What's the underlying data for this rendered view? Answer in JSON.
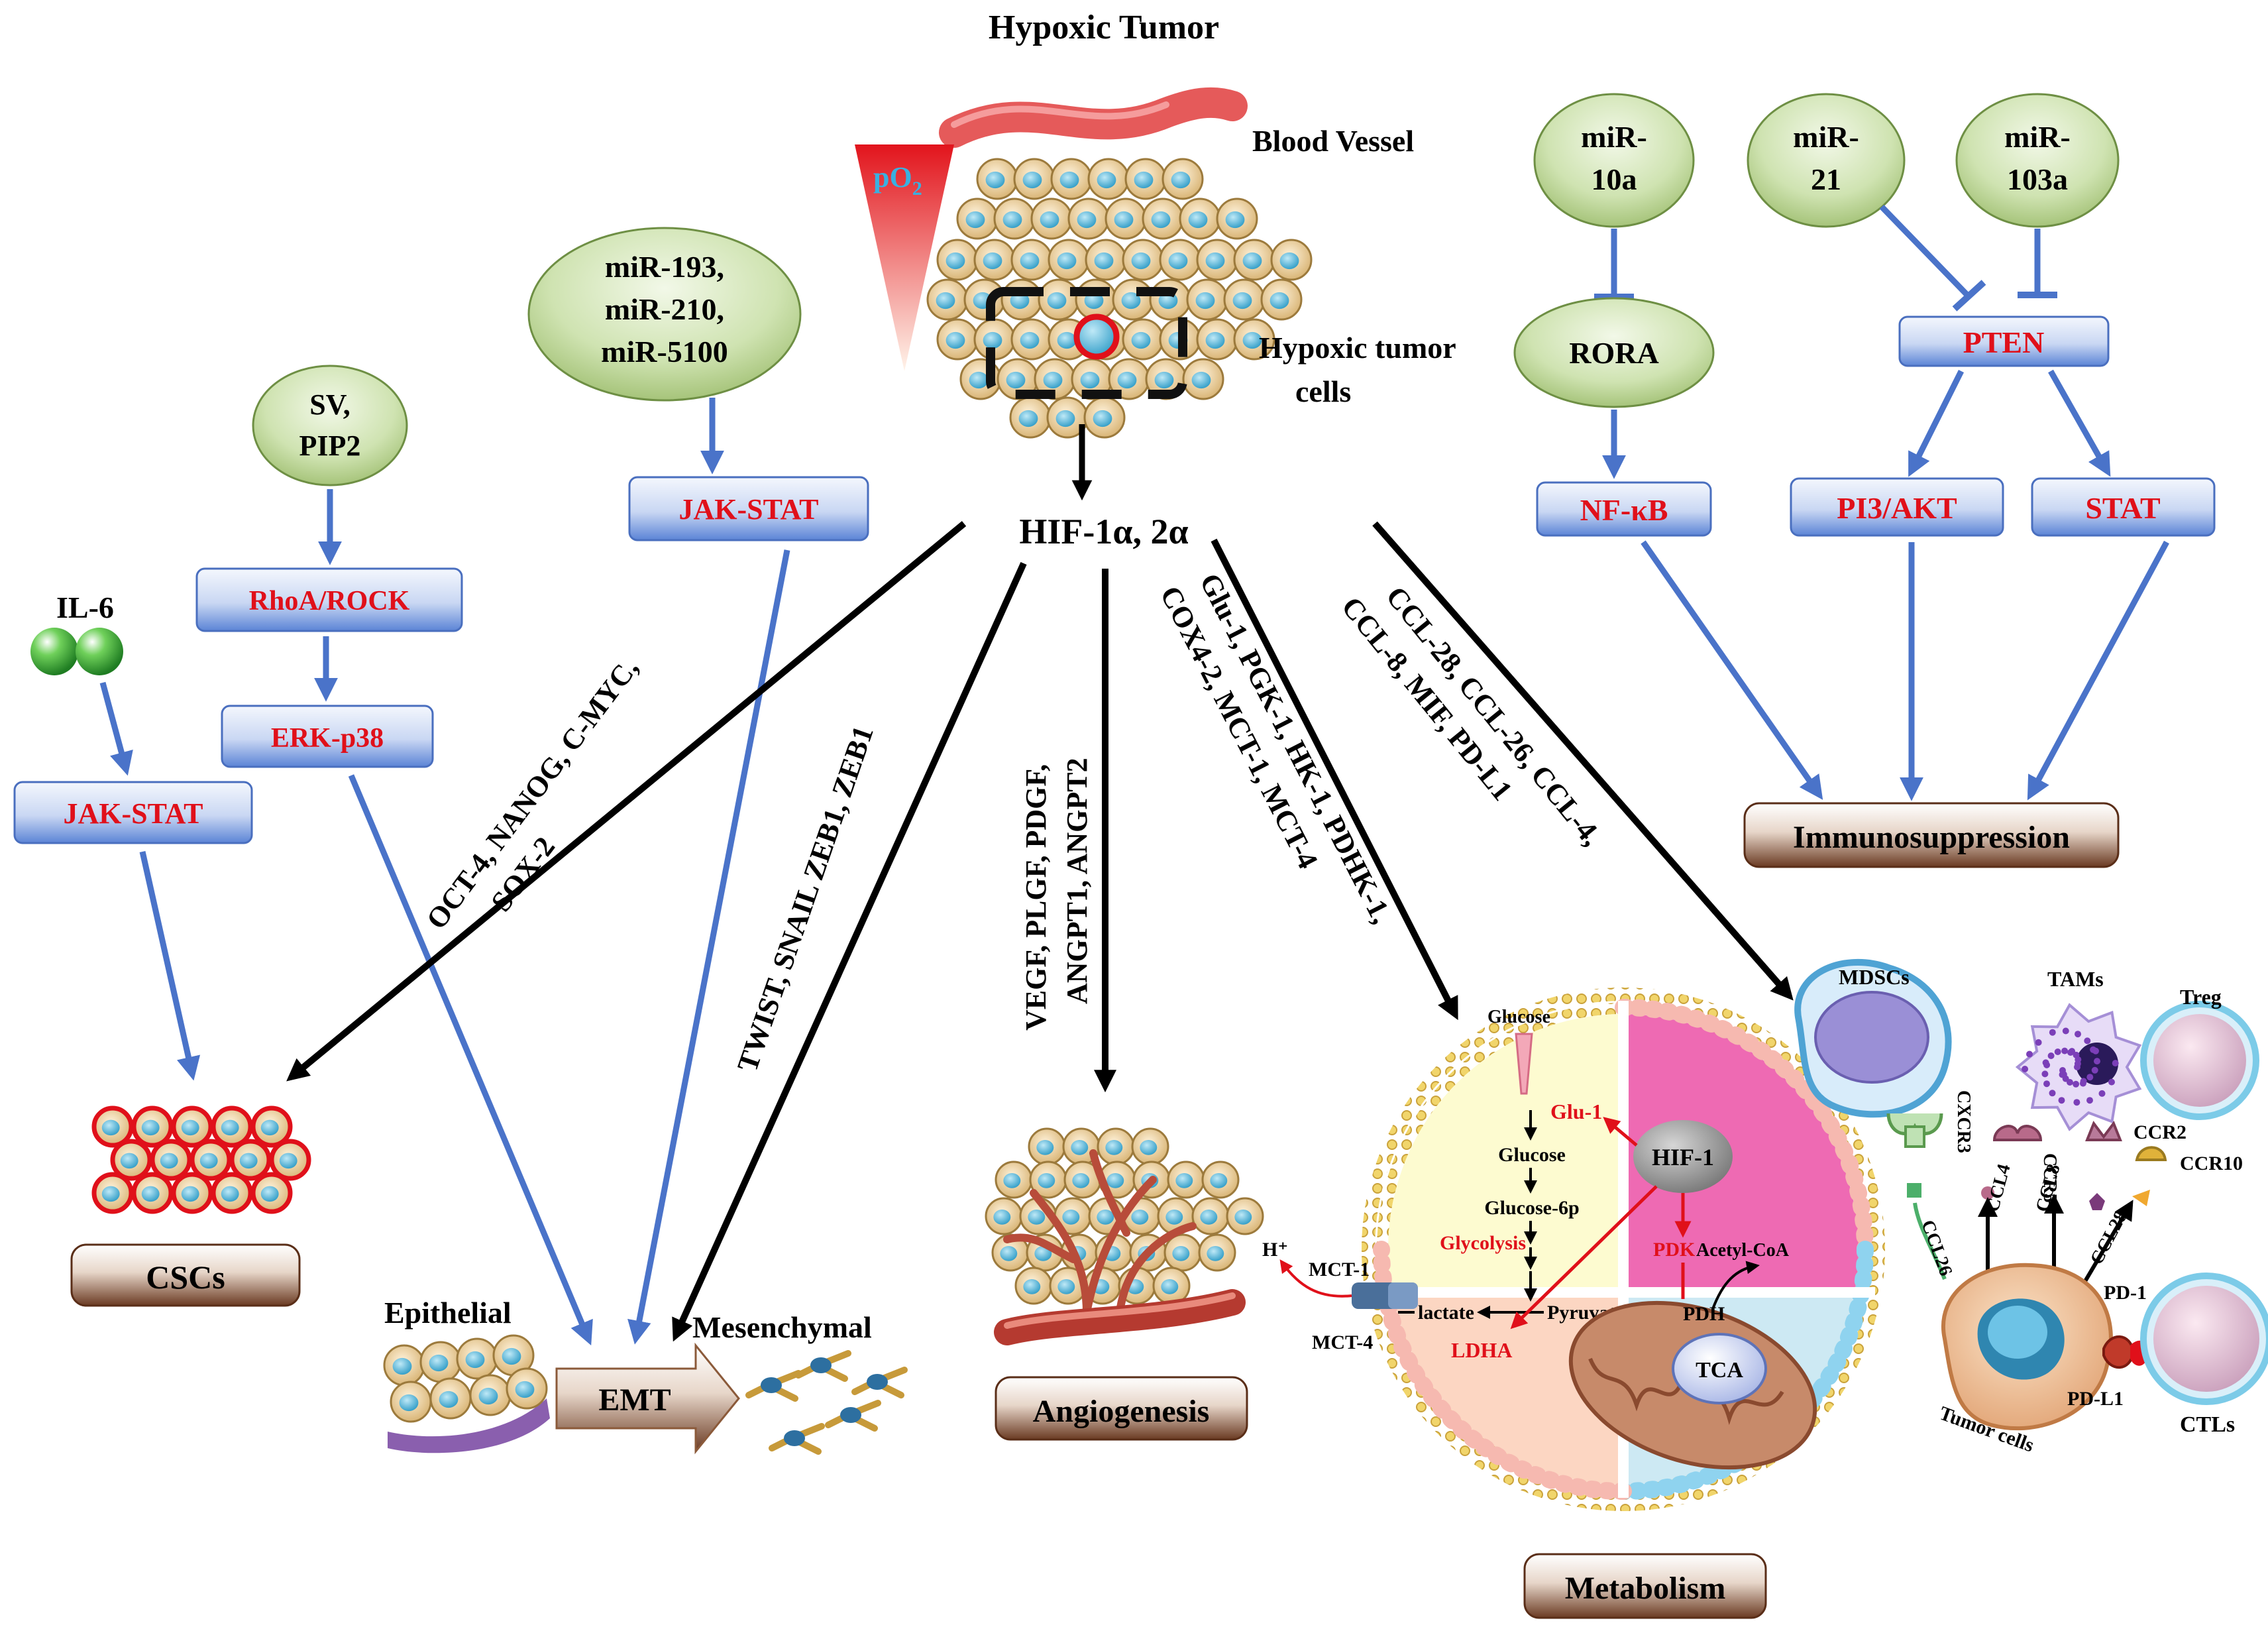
{
  "title": "Hypoxic Tumor",
  "tumor": {
    "blood_vessel_label": "Blood  Vessel",
    "po2_label": "pO",
    "po2_sub": "2",
    "cells_label_line1": "Hypoxic tumor",
    "cells_label_line2": "cells",
    "hif_label": "HIF-1α, 2α"
  },
  "left_branch": {
    "il6": "IL-6",
    "jak_stat_left": "JAK-STAT",
    "sv_line1": "SV,",
    "sv_line2": "PIP2",
    "rhoa": "RhoA/ROCK",
    "erk": "ERK-p38",
    "mir_line1": "miR-193,",
    "mir_line2": "miR-210,",
    "mir_line3": "miR-5100",
    "jak_stat_center": "JAK-STAT",
    "cscs": "CSCs",
    "stem_genes_line1": "OCT-4, NANOG, C-MYC,",
    "stem_genes_line2": "SOX-2",
    "emt_genes": "TWIST, SNAIL ZEB1, ZEB1",
    "epithelial": "Epithelial",
    "emt": "EMT",
    "mesenchymal": "Mesenchymal"
  },
  "center_branch": {
    "angio_genes_line1": "VEGF, PLGF, PDGF,",
    "angio_genes_line2": "ANGPT1, ANGPT2",
    "angiogenesis": "Angiogenesis",
    "metab_genes_line1": "Glu-1, PGK-1, HK-1, PDHK-1,",
    "metab_genes_line2": "COX4-2, MCT-1, MCT-4",
    "metabolism": "Metabolism"
  },
  "metabolism_cell": {
    "glucose_out": "Glucose",
    "glu1": "Glu-1",
    "glucose_in": "Glucose",
    "glucose6p": "Glucose-6p",
    "glycolysis": "Glycolysis",
    "lactate": "lactate",
    "pyruvate": "Pyruvate",
    "pdh": "PDH",
    "pdk": "PDK",
    "acetyl_coa": "Acetyl-CoA",
    "hif1": "HIF-1",
    "ldha": "LDHA",
    "tca": "TCA",
    "mct1": "MCT-1",
    "mct4": "MCT-4",
    "h_plus": "H⁺"
  },
  "right_branch": {
    "chem_genes_line1": "CCL-28, CCL-26, CCL-4,",
    "chem_genes_line2": "CCL-8, MIF, PD-L1",
    "mir10a_line1": "miR-",
    "mir10a_line2": "10a",
    "mir21_line1": "miR-",
    "mir21_line2": "21",
    "mir103a_line1": "miR-",
    "mir103a_line2": "103a",
    "rora": "RORA",
    "pten": "PTEN",
    "nfkb": "NF-κB",
    "pi3akt": "PI3/AKT",
    "stat": "STAT",
    "immunosuppression": "Immunosuppression"
  },
  "immune_panel": {
    "mdscs": "MDSCs",
    "tams": "TAMs",
    "treg": "Treg",
    "cxcr3": "CXCR3",
    "ccr5": "CCR5",
    "ccr2": "CCR2",
    "ccr10": "CCR10",
    "ccl26": "CCL26",
    "ccl4": "CCL4",
    "ccl8": "CCL8",
    "ccl28": "CCL28",
    "pd1": "PD-1",
    "pdl1": "PD-L1",
    "tumor_cells": "Tumor cells",
    "ctls": "CTLs"
  },
  "colors": {
    "blue_arrow": "#4a73c9",
    "box_blue": "#5b84d6",
    "box_light": "#e8eef9",
    "red_text": "#e0101a",
    "oval_green": "#b5cf8e",
    "brown": "#7a4a2f",
    "black": "#000000"
  }
}
